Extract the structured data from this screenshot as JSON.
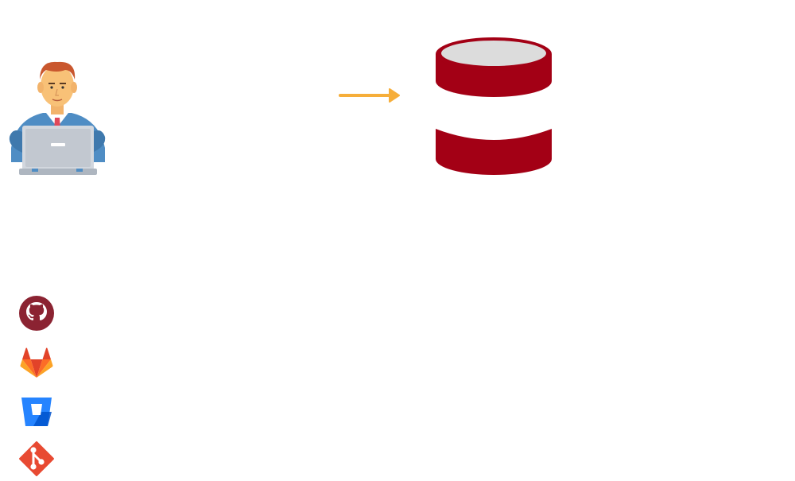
{
  "diagram": {
    "nodes": [
      {
        "id": "developer",
        "icon": "developer-laptop-icon"
      },
      {
        "id": "database",
        "icon": "database-icon",
        "color": "#a30015"
      }
    ],
    "edges": [
      {
        "from": "developer",
        "to": "database",
        "color": "#f6ae3a"
      }
    ],
    "vcs_providers": [
      {
        "icon": "github-icon",
        "color": "#8b2332"
      },
      {
        "icon": "gitlab-icon",
        "color": "#e24329"
      },
      {
        "icon": "bitbucket-icon",
        "color": "#2684ff"
      },
      {
        "icon": "git-icon",
        "color": "#e84a32"
      }
    ]
  }
}
